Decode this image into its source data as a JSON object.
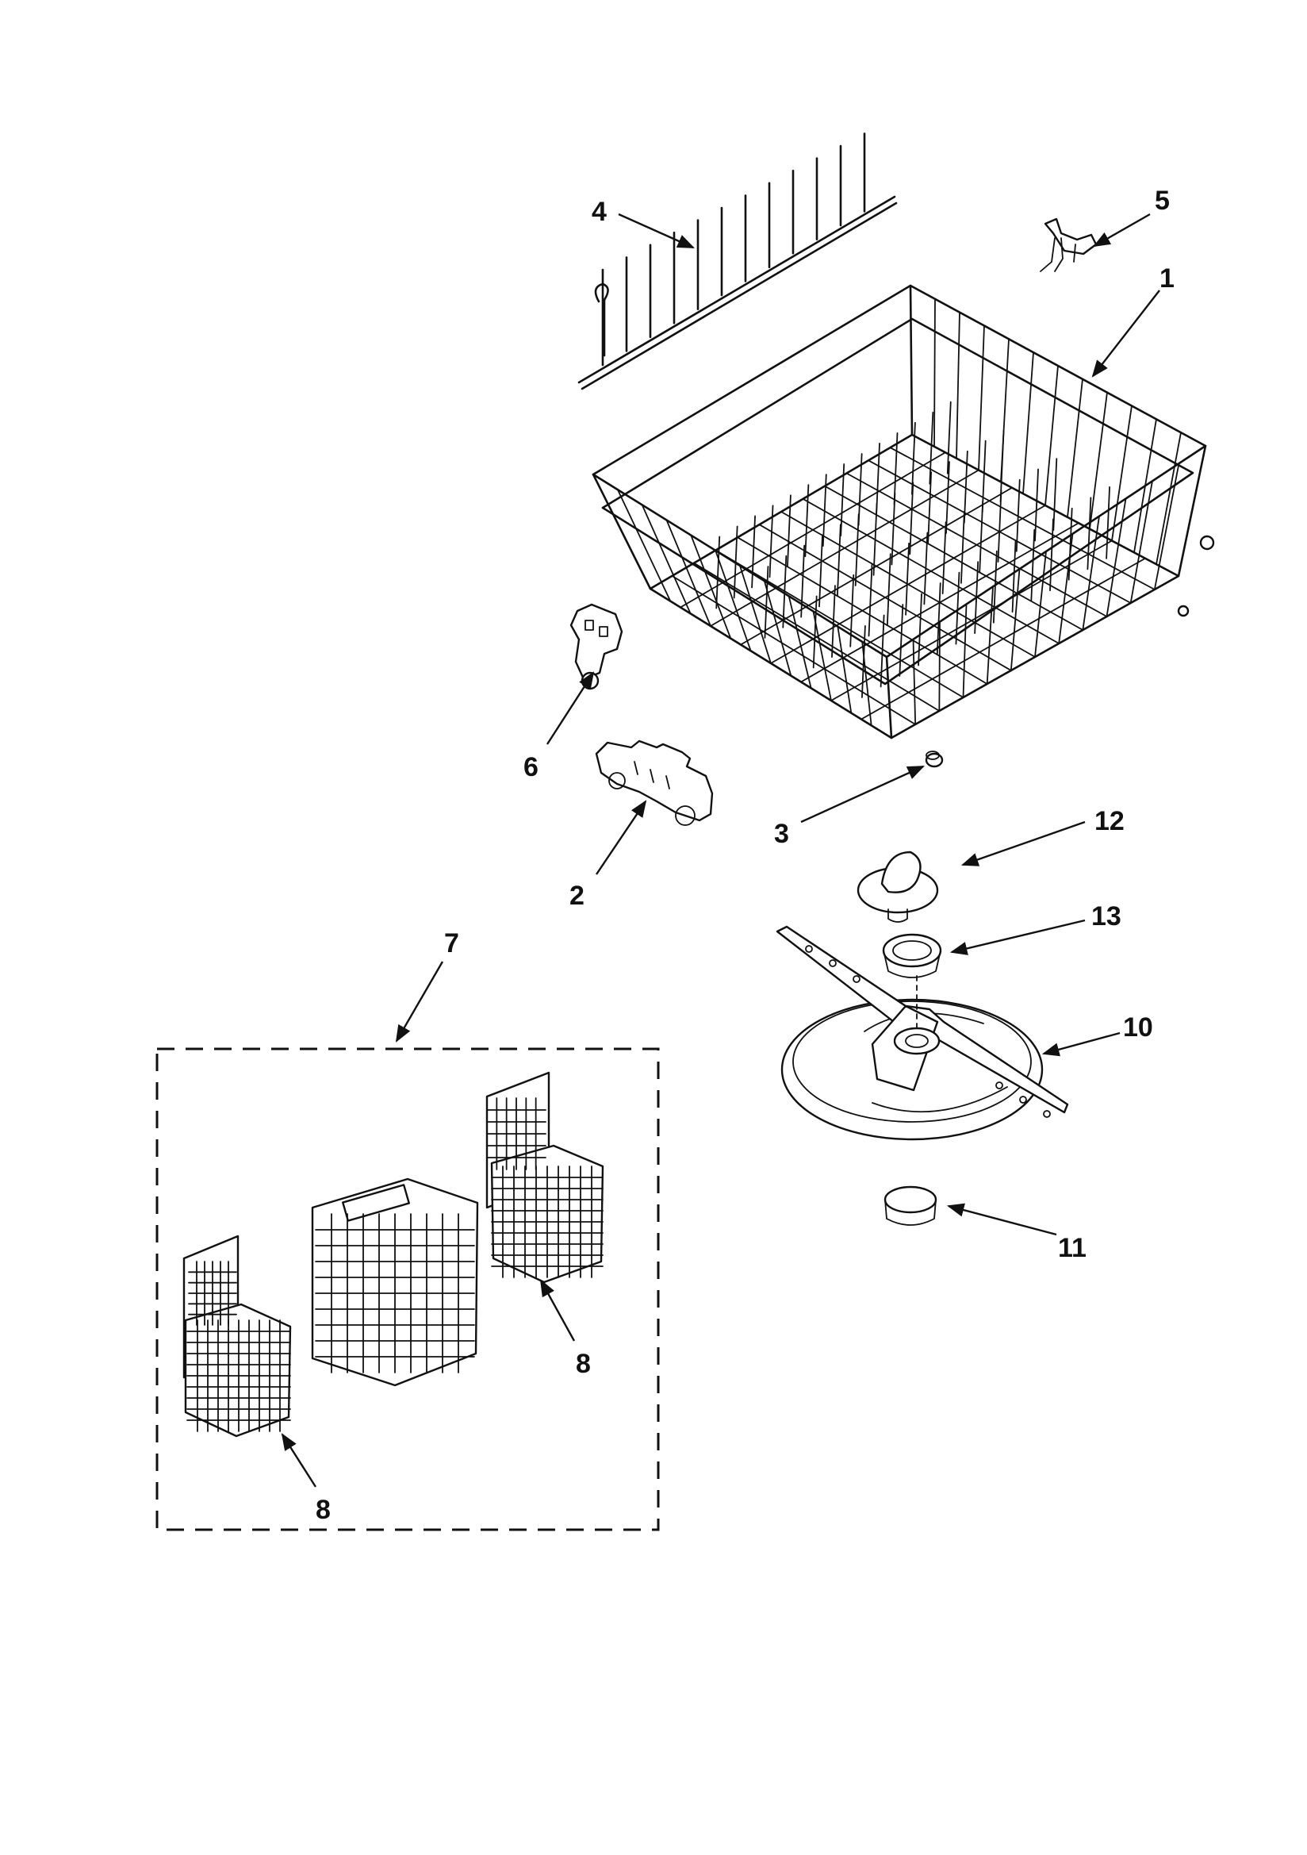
{
  "callouts": {
    "c1": "1",
    "c2": "2",
    "c3": "3",
    "c4": "4",
    "c5": "5",
    "c6": "6",
    "c7": "7",
    "c8a": "8",
    "c8b": "8",
    "c10": "10",
    "c11": "11",
    "c12": "12",
    "c13": "13"
  },
  "colors": {
    "line": "#111111",
    "background": "#ffffff"
  }
}
